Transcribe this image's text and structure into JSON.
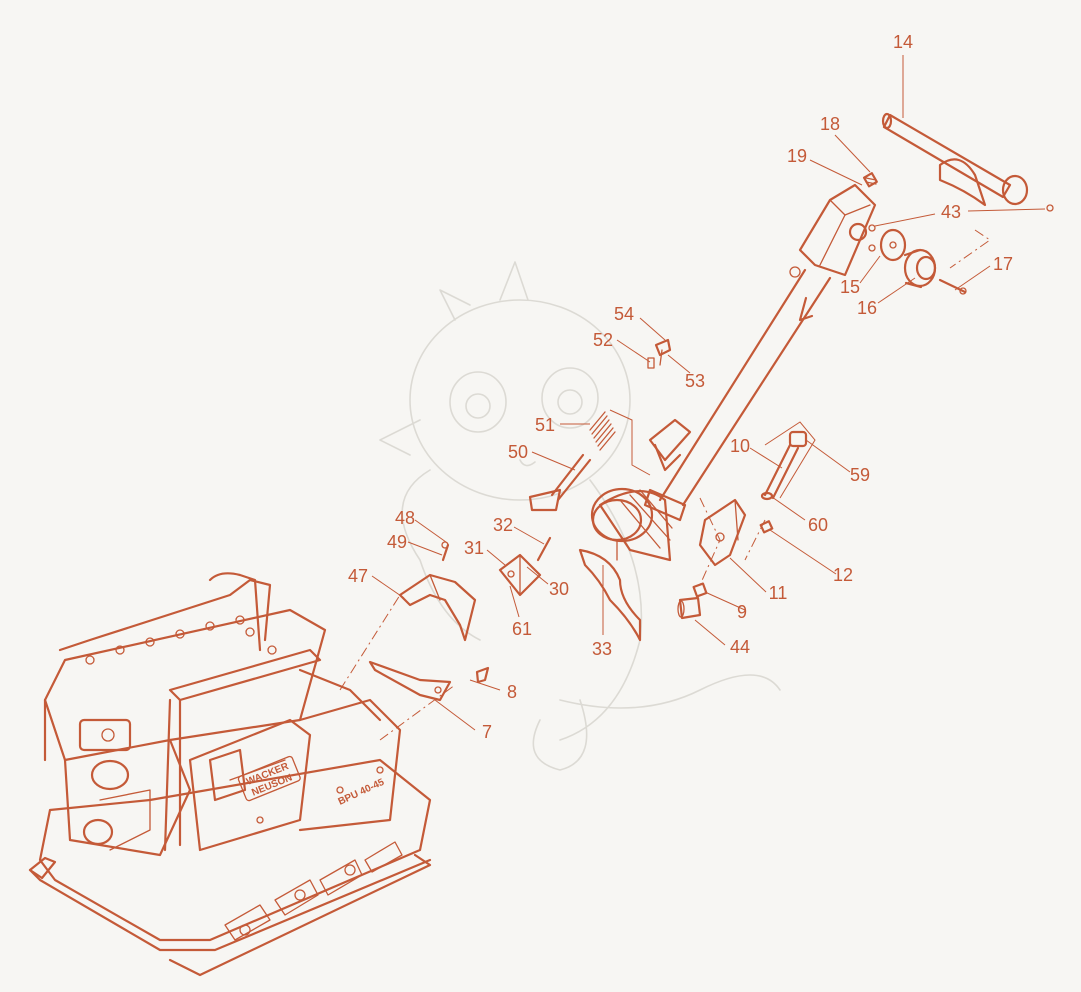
{
  "colors": {
    "line": "#c45a38",
    "label": "#c45a38",
    "background": "#f7f6f3",
    "watermark": "#dcdad4"
  },
  "machine": {
    "brand_badge_line1": "WACKER",
    "brand_badge_line2": "NEUSON",
    "model_text": "BPU 40-45"
  },
  "callouts": [
    {
      "id": "c14",
      "text": "14"
    },
    {
      "id": "c18",
      "text": "18"
    },
    {
      "id": "c19",
      "text": "19"
    },
    {
      "id": "c43",
      "text": "43"
    },
    {
      "id": "c17",
      "text": "17"
    },
    {
      "id": "c15",
      "text": "15"
    },
    {
      "id": "c16",
      "text": "16"
    },
    {
      "id": "c54",
      "text": "54"
    },
    {
      "id": "c52",
      "text": "52"
    },
    {
      "id": "c53",
      "text": "53"
    },
    {
      "id": "c51",
      "text": "51"
    },
    {
      "id": "c50",
      "text": "50"
    },
    {
      "id": "c10",
      "text": "10"
    },
    {
      "id": "c59",
      "text": "59"
    },
    {
      "id": "c60",
      "text": "60"
    },
    {
      "id": "c48",
      "text": "48"
    },
    {
      "id": "c49",
      "text": "49"
    },
    {
      "id": "c47",
      "text": "47"
    },
    {
      "id": "c32",
      "text": "32"
    },
    {
      "id": "c31",
      "text": "31"
    },
    {
      "id": "c30",
      "text": "30"
    },
    {
      "id": "c61",
      "text": "61"
    },
    {
      "id": "c12",
      "text": "12"
    },
    {
      "id": "c11",
      "text": "11"
    },
    {
      "id": "c9",
      "text": "9"
    },
    {
      "id": "c44",
      "text": "44"
    },
    {
      "id": "c33",
      "text": "33"
    },
    {
      "id": "c8",
      "text": "8"
    },
    {
      "id": "c7",
      "text": "7"
    }
  ]
}
